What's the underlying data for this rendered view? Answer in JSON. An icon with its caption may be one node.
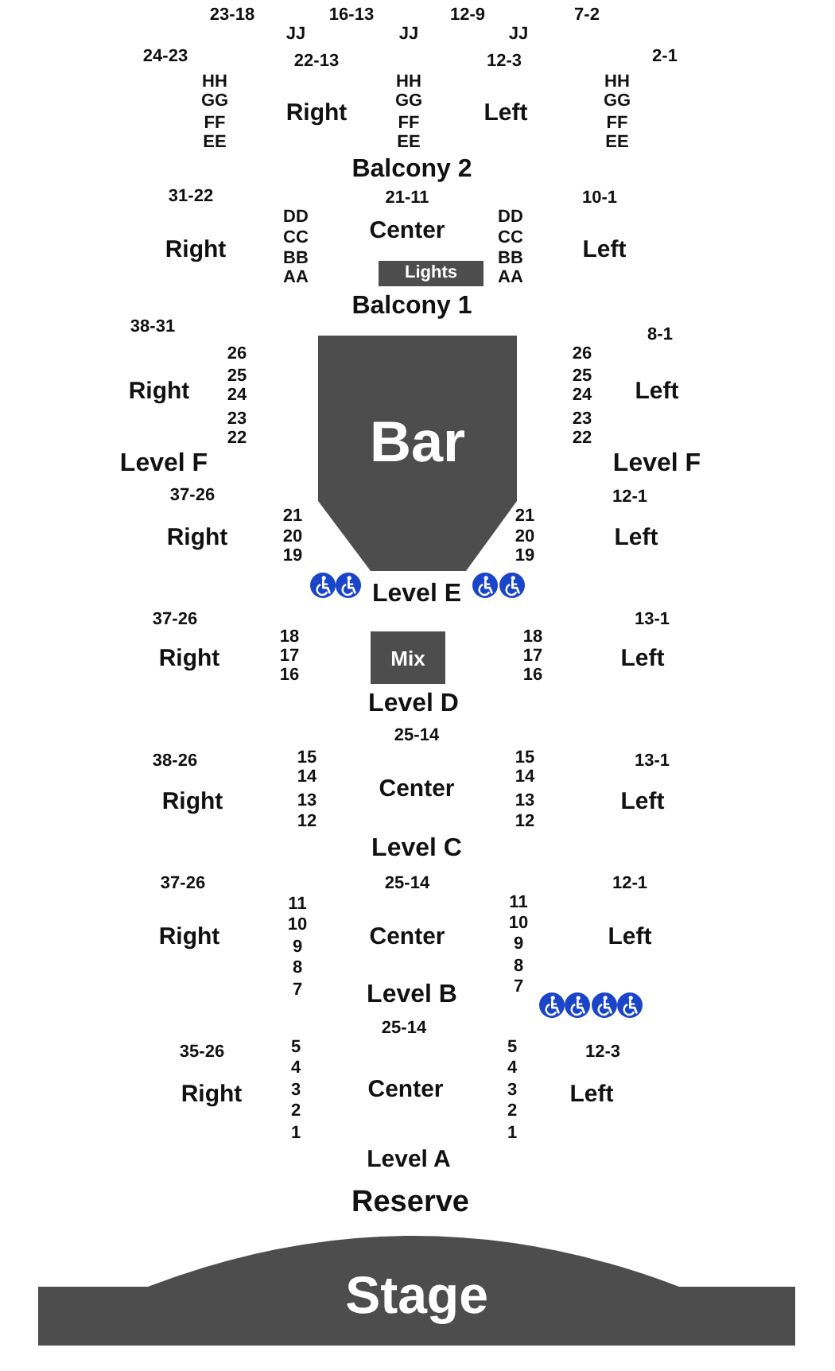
{
  "diagram": {
    "nodes": [
      {
        "text": [
          "Lights"
        ]
      },
      {
        "text": [
          "Bar"
        ]
      },
      {
        "text": [
          "Mix"
        ]
      },
      {
        "text": [
          "Stage"
        ]
      }
    ],
    "labels": [
      "23-18",
      "16-13",
      "12-9",
      "7-2",
      "JJ",
      "JJ",
      "JJ",
      "24-23",
      "22-13",
      "12-3",
      "2-1",
      "HH",
      "GG",
      "FF",
      "EE",
      "Right",
      "HH",
      "GG",
      "FF",
      "EE",
      "Left",
      "HH",
      "GG",
      "FF",
      "EE",
      "Balcony 2",
      "31-22",
      "21-11",
      "10-1",
      "Right",
      "DD",
      "CC",
      "BB",
      "AA",
      "Center",
      "DD",
      "CC",
      "BB",
      "AA",
      "Left",
      "Balcony 1",
      "38-31",
      "8-1",
      "Right",
      "26",
      "25",
      "24",
      "23",
      "22",
      "26",
      "25",
      "24",
      "23",
      "22",
      "Left",
      "Level F",
      "Level F",
      "37-26",
      "12-1",
      "Right",
      "21",
      "20",
      "19",
      "21",
      "20",
      "19",
      "Left",
      "Level E",
      "37-26",
      "13-1",
      "Right",
      "18",
      "17",
      "16",
      "18",
      "17",
      "16",
      "Left",
      "Level D",
      "25-14",
      "38-26",
      "13-1",
      "Right",
      "15",
      "14",
      "13",
      "12",
      "Center",
      "15",
      "14",
      "13",
      "12",
      "Left",
      "Level C",
      "37-26",
      "25-14",
      "12-1",
      "Right",
      "11",
      "10",
      "9",
      "8",
      "7",
      "Center",
      "11",
      "10",
      "9",
      "8",
      "7",
      "Left",
      "Level B",
      "25-14",
      "35-26",
      "12-3",
      "Right",
      "5",
      "4",
      "3",
      "2",
      "1",
      "Center",
      "5",
      "4",
      "3",
      "2",
      "1",
      "Left",
      "Level A",
      "Reserve"
    ]
  }
}
